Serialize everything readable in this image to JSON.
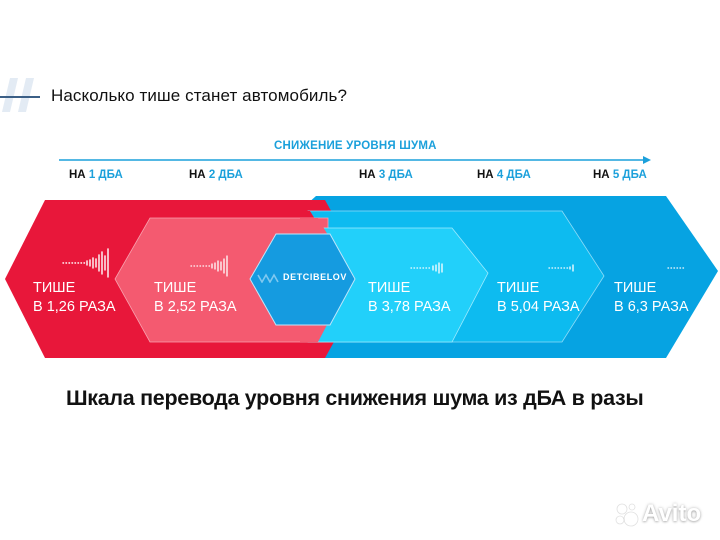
{
  "header": {
    "title": "Насколько тише станет автомобиль?"
  },
  "scale": {
    "label": "СНИЖЕНИЕ УРОВНЯ ШУМА",
    "levels": [
      {
        "prefix": "НА",
        "value": "1 ДБА"
      },
      {
        "prefix": "НА",
        "value": "2 ДБА"
      },
      {
        "prefix": "НА",
        "value": "3 ДБА"
      },
      {
        "prefix": "НА",
        "value": "4 ДБА"
      },
      {
        "prefix": "НА",
        "value": "5 ДБА"
      }
    ]
  },
  "steps": [
    {
      "line1": "ТИШЕ",
      "line2": "В 1,26 РАЗА"
    },
    {
      "line1": "ТИШЕ",
      "line2": "В 2,52 РАЗА"
    },
    {
      "line1": "ТИШЕ",
      "line2": "В 3,78 РАЗА"
    },
    {
      "line1": "ТИШЕ",
      "line2": "В 5,04 РАЗА"
    },
    {
      "line1": "ТИШЕ",
      "line2": "В 6,3 РАЗА"
    }
  ],
  "brand": {
    "name": "DETCIBELOV"
  },
  "caption": "Шкала перевода уровня снижения шума из дБА в разы",
  "watermark": "Avito",
  "colors": {
    "red": "#e8173a",
    "pink": "#f45a70",
    "blue_outer": "#06a3e2",
    "blue_mid": "#0dbbf0",
    "cyan": "#22d0fa",
    "hex_blue": "#159be0",
    "accent": "#1ba0db"
  }
}
